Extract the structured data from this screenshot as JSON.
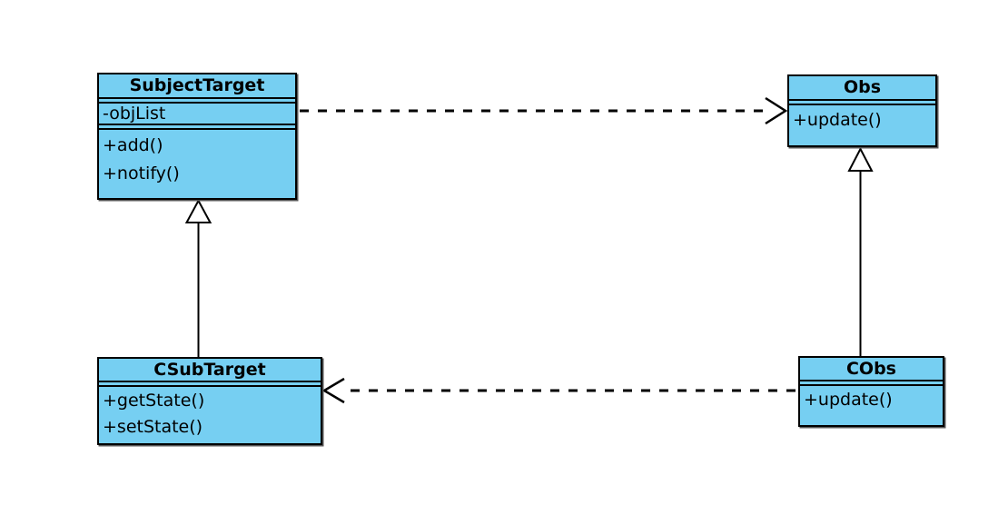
{
  "diagram": {
    "kind": "uml-class-diagram",
    "colors": {
      "node_fill": "#76CFF2",
      "node_border": "#000000",
      "line": "#000000",
      "background": "#FFFFFF"
    },
    "classes": [
      {
        "name": "SubjectTarget",
        "title": "SubjectTarget",
        "attributes": [
          "-objList"
        ],
        "methods": [
          "+add()",
          "+notify()"
        ]
      },
      {
        "name": "Obs",
        "title": "Obs",
        "attributes": [],
        "methods": [
          "+update()"
        ]
      },
      {
        "name": "CSubTarget",
        "title": "CSubTarget",
        "attributes": [],
        "methods": [
          "+getState()",
          "+setState()"
        ]
      },
      {
        "name": "CObs",
        "title": "CObs",
        "attributes": [],
        "methods": [
          "+update()"
        ]
      }
    ],
    "relationships": [
      {
        "type": "dependency",
        "style": "dashed-open-arrow",
        "from": "SubjectTarget",
        "to": "Obs"
      },
      {
        "type": "dependency",
        "style": "dashed-open-arrow",
        "from": "CObs",
        "to": "CSubTarget"
      },
      {
        "type": "generalization",
        "style": "solid-hollow-triangle",
        "from": "CSubTarget",
        "to": "SubjectTarget"
      },
      {
        "type": "generalization",
        "style": "solid-hollow-triangle",
        "from": "CObs",
        "to": "Obs"
      }
    ]
  }
}
